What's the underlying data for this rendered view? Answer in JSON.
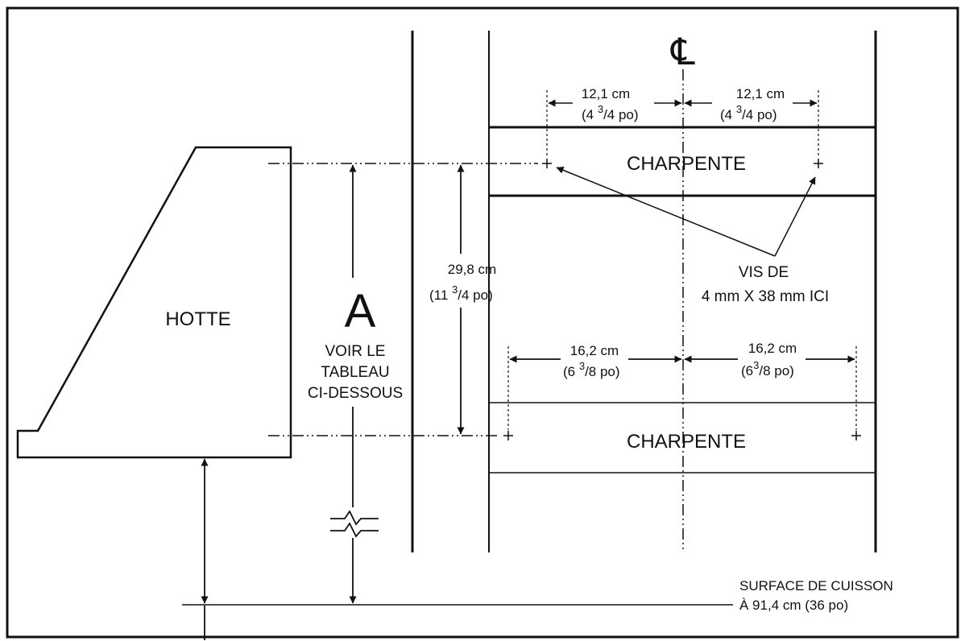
{
  "centerline_symbol": "℄",
  "labels": {
    "hood": "HOTTE",
    "dim_a": "A",
    "see_table": [
      "VOIR LE",
      "TABLEAU",
      "CI-DESSOUS"
    ],
    "framing": "CHARPENTE",
    "screws_line1": "VIS DE",
    "screws_line2": "4 mm X 38 mm ICI",
    "cooking_surface_line1": "SURFACE DE CUISSON",
    "cooking_surface_line2": "À 91,4 cm (36 po)"
  },
  "dimensions": {
    "top_left": {
      "metric": "12,1 cm",
      "imperial": {
        "open": "(4 ",
        "num": "3",
        "den": "/4 po)"
      }
    },
    "top_right": {
      "metric": "12,1 cm",
      "imperial": {
        "open": "(4 ",
        "num": "3",
        "den": "/4 po)"
      }
    },
    "vertical": {
      "metric": "29,8 cm",
      "imperial": {
        "open": "(11 ",
        "num": "3",
        "den": "/4  po)"
      }
    },
    "bottom_left": {
      "metric": "16,2 cm",
      "imperial": {
        "open": "(6 ",
        "num": "3",
        "den": "/8 po)"
      }
    },
    "bottom_right": {
      "metric": "16,2 cm",
      "imperial": {
        "open": "(6",
        "num": "3",
        "den": "/8 po)"
      }
    }
  }
}
